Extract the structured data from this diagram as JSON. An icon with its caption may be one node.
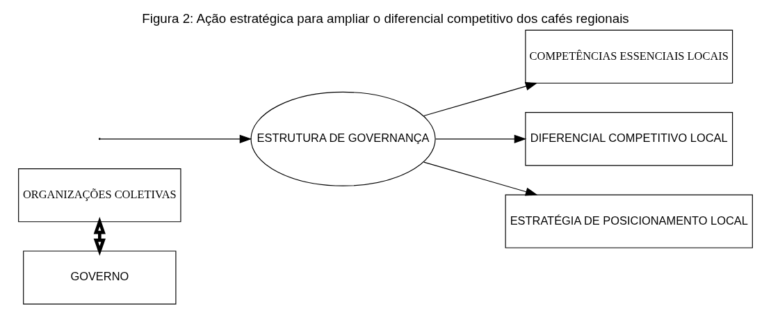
{
  "diagram": {
    "title": "Figura 2: Ação estratégica para ampliar o diferencial competitivo dos cafés regionais",
    "nodes": [
      {
        "text": [
          "ORGANIZAÇÕES COLETIVAS"
        ]
      },
      {
        "text": [
          "GOVERNO"
        ]
      },
      {
        "text": [
          "ESTRUTURA DE GOVERNANÇA"
        ]
      },
      {
        "text": [
          "COMPETÊNCIAS ESSENCIAIS LOCAIS"
        ]
      },
      {
        "text": [
          "DIFERENCIAL COMPETITIVO LOCAL"
        ]
      },
      {
        "text": [
          "ESTRATÉGIA DE POSICIONAMENTO LOCAL"
        ]
      }
    ],
    "edges": [
      {
        "from": 0,
        "to": 1,
        "arrow": "both",
        "style": "thick"
      },
      {
        "from": null,
        "to": 2,
        "arrow": "to"
      },
      {
        "from": 2,
        "to": 3,
        "arrow": "to"
      },
      {
        "from": 2,
        "to": 4,
        "arrow": "to"
      },
      {
        "from": 2,
        "to": 5,
        "arrow": "to"
      }
    ]
  }
}
